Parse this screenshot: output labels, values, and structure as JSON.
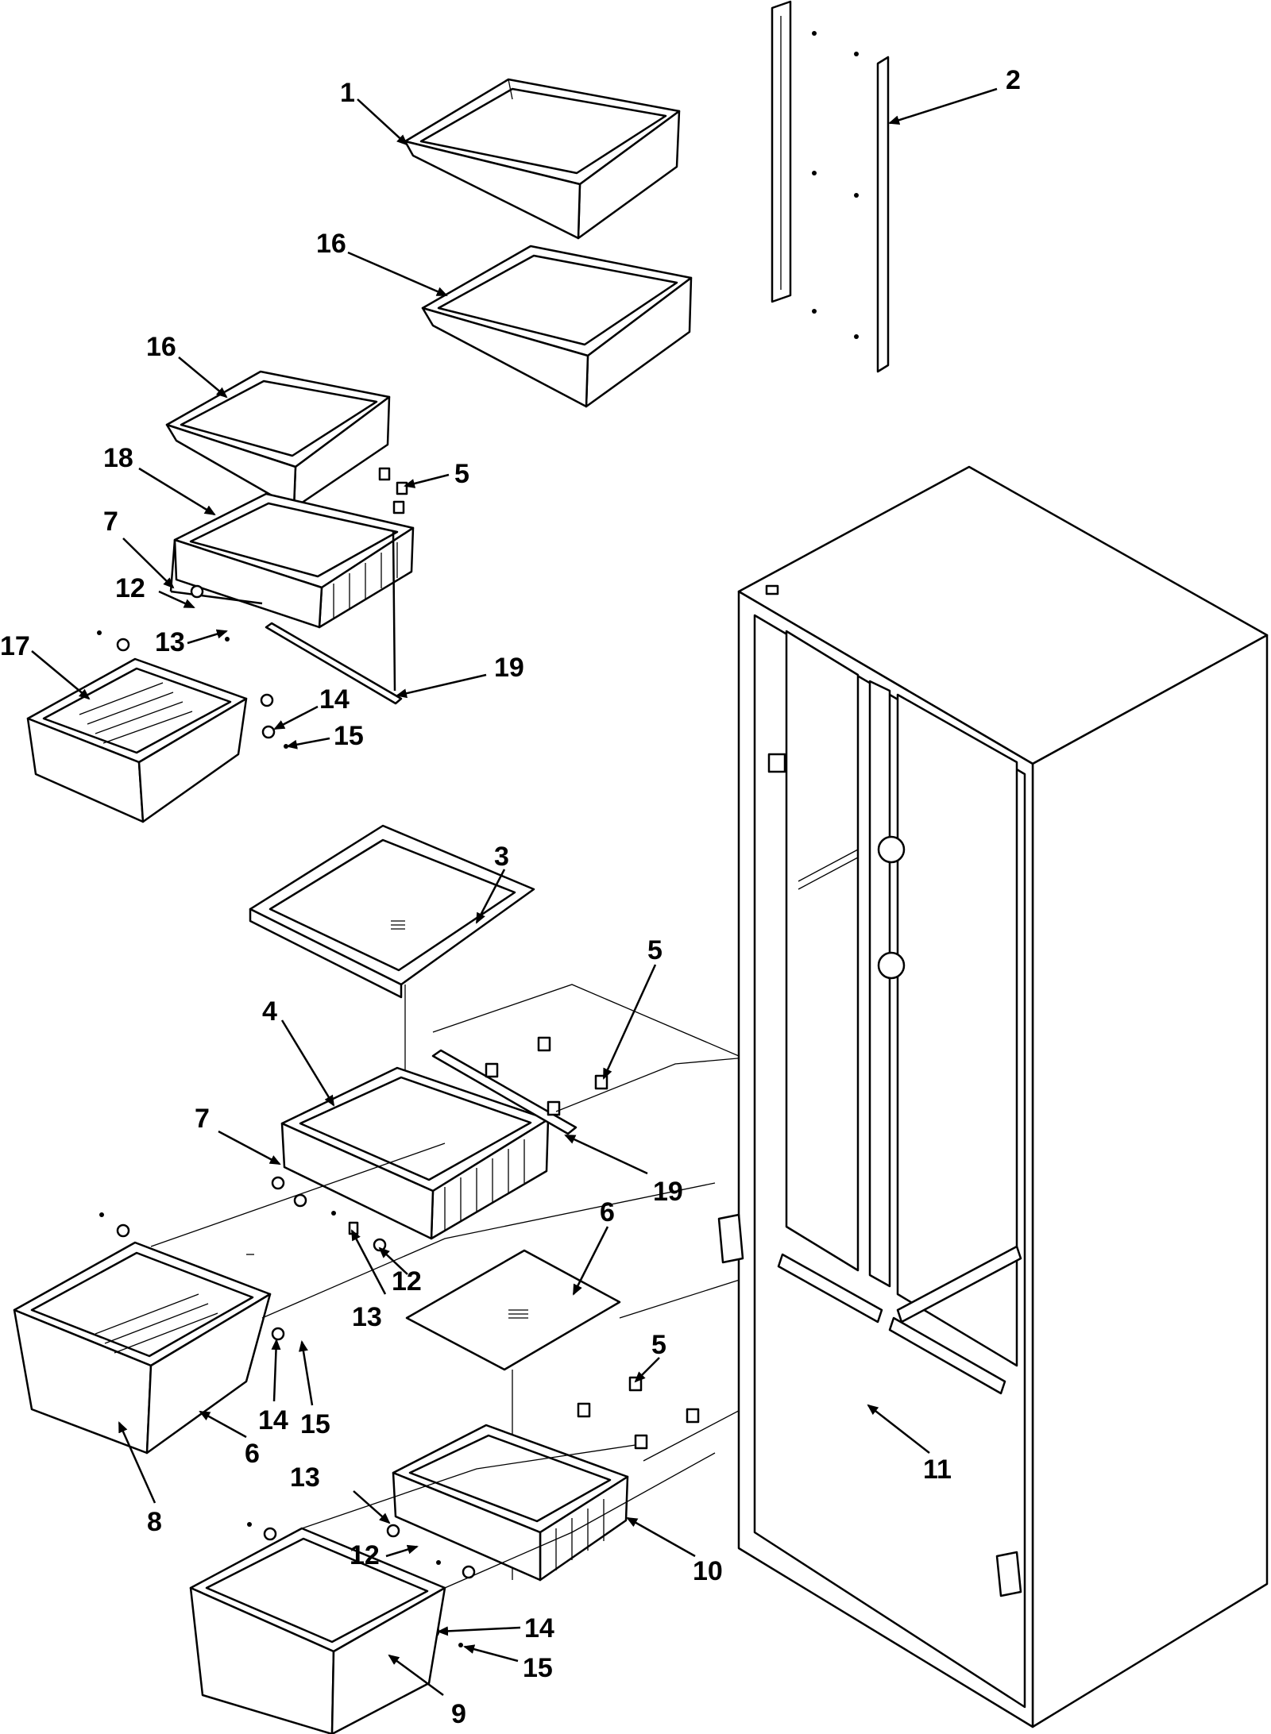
{
  "callouts": [
    {
      "id": "c1",
      "label": "1"
    },
    {
      "id": "c2",
      "label": "2"
    },
    {
      "id": "c16a",
      "label": "16"
    },
    {
      "id": "c16b",
      "label": "16"
    },
    {
      "id": "c18",
      "label": "18"
    },
    {
      "id": "c5a",
      "label": "5"
    },
    {
      "id": "c7a",
      "label": "7"
    },
    {
      "id": "c12a",
      "label": "12"
    },
    {
      "id": "c13a",
      "label": "13"
    },
    {
      "id": "c17",
      "label": "17"
    },
    {
      "id": "c19a",
      "label": "19"
    },
    {
      "id": "c14a",
      "label": "14"
    },
    {
      "id": "c15a",
      "label": "15"
    },
    {
      "id": "c3",
      "label": "3"
    },
    {
      "id": "c4",
      "label": "4"
    },
    {
      "id": "c5b",
      "label": "5"
    },
    {
      "id": "c7b",
      "label": "7"
    },
    {
      "id": "c19b",
      "label": "19"
    },
    {
      "id": "c12b",
      "label": "12"
    },
    {
      "id": "c13b",
      "label": "13"
    },
    {
      "id": "c6a",
      "label": "6"
    },
    {
      "id": "c5c",
      "label": "5"
    },
    {
      "id": "c14b",
      "label": "14"
    },
    {
      "id": "c15b",
      "label": "15"
    },
    {
      "id": "c6b",
      "label": "6"
    },
    {
      "id": "c8",
      "label": "8"
    },
    {
      "id": "c11",
      "label": "11"
    },
    {
      "id": "c13c",
      "label": "13"
    },
    {
      "id": "c12c",
      "label": "12"
    },
    {
      "id": "c10",
      "label": "10"
    },
    {
      "id": "c14c",
      "label": "14"
    },
    {
      "id": "c15c",
      "label": "15"
    },
    {
      "id": "c9",
      "label": "9"
    }
  ]
}
